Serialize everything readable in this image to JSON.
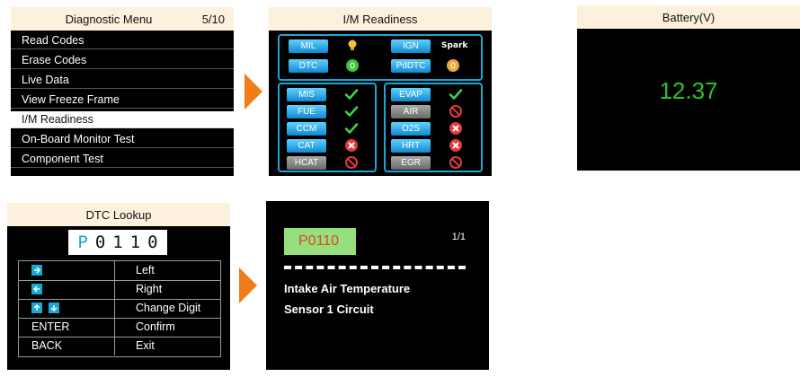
{
  "diagnostic_menu": {
    "title": "Diagnostic Menu",
    "page": "5/10",
    "items": [
      {
        "label": "Read Codes",
        "selected": false
      },
      {
        "label": "Erase Codes",
        "selected": false
      },
      {
        "label": "Live Data",
        "selected": false
      },
      {
        "label": "View Freeze Frame",
        "selected": false
      },
      {
        "label": "I/M Readiness",
        "selected": true
      },
      {
        "label": "On-Board Monitor Test",
        "selected": false
      },
      {
        "label": "Component Test",
        "selected": false
      }
    ]
  },
  "im_readiness": {
    "title": "I/M Readiness",
    "top_left": [
      {
        "label": "MIL",
        "status": "lamp-icon"
      },
      {
        "label": "DTC",
        "status": "0"
      }
    ],
    "top_right": [
      {
        "label": "IGN",
        "status": "Spark"
      },
      {
        "label": "PdDTC",
        "status": "0"
      }
    ],
    "monitors_left": [
      {
        "label": "MIS",
        "status": "check",
        "active": true
      },
      {
        "label": "FUE",
        "status": "check",
        "active": true
      },
      {
        "label": "CCM",
        "status": "check",
        "active": true
      },
      {
        "label": "CAT",
        "status": "fail",
        "active": true
      },
      {
        "label": "HCAT",
        "status": "not-supported",
        "active": false
      }
    ],
    "monitors_right": [
      {
        "label": "EVAP",
        "status": "check",
        "active": true
      },
      {
        "label": "AIR",
        "status": "not-supported",
        "active": false
      },
      {
        "label": "O2S",
        "status": "fail",
        "active": true
      },
      {
        "label": "HRT",
        "status": "fail",
        "active": true
      },
      {
        "label": "EGR",
        "status": "not-supported",
        "active": false
      }
    ]
  },
  "battery": {
    "title": "Battery(V)",
    "value": "12.37"
  },
  "dtc_lookup": {
    "title": "DTC Lookup",
    "code_chars": [
      "P",
      "0",
      "1",
      "1",
      "0"
    ],
    "keys": [
      {
        "key_icon": "right-arrow-key-icon",
        "key_label": "",
        "action": "Left"
      },
      {
        "key_icon": "left-arrow-key-icon",
        "key_label": "",
        "action": "Right"
      },
      {
        "key_icon": "up-down-arrow-keys-icon",
        "key_label": "",
        "action": "Change Digit"
      },
      {
        "key_icon": "",
        "key_label": "ENTER",
        "action": "Confirm"
      },
      {
        "key_icon": "",
        "key_label": "BACK",
        "action": "Exit"
      }
    ]
  },
  "dtc_result": {
    "code": "P0110",
    "page": "1/1",
    "description_line1": "Intake Air Temperature",
    "description_line2": "Sensor 1 Circuit"
  },
  "colors": {
    "header_bg": "#fdf0dd",
    "accent_blue": "#1aa7d6",
    "arrow_orange": "#f07d1a",
    "battery_green": "#27c427",
    "check_green": "#39d447",
    "fail_red": "#e23b3b",
    "code_badge_bg": "#95e07d",
    "code_text": "#e0472a"
  }
}
